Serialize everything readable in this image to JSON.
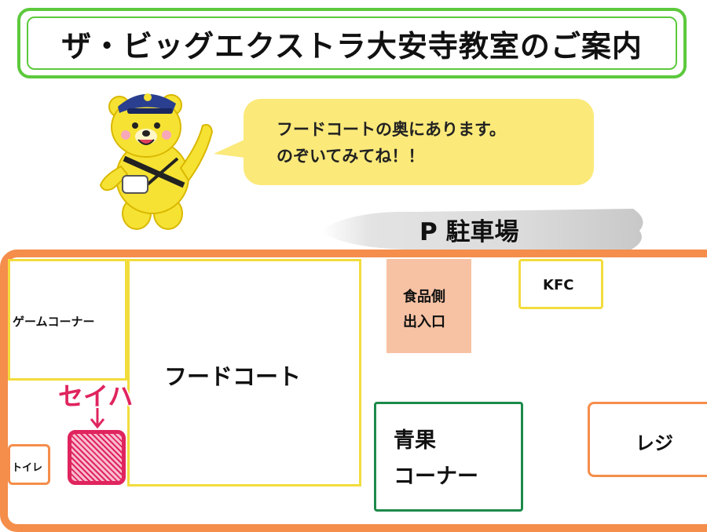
{
  "title": "ザ・ビッグエクストラ大安寺教室のご案内",
  "bubble": {
    "line1": "フードコートの奥にあります。",
    "line2": "のぞいてみてね！！"
  },
  "parking": "P 駐車場",
  "zones": {
    "game": "ゲームコーナー",
    "food_court": "フードコート",
    "toilet": "トイレ",
    "entrance_line1": "食品側",
    "entrance_line2": "出入口",
    "kfc": "KFC",
    "produce_line1": "青果",
    "produce_line2": "コーナー",
    "register": "レジ"
  },
  "seiha": {
    "label": "セイハ",
    "arrow": "↓"
  },
  "colors": {
    "title_border": "#5cc93c",
    "bubble": "#fbe97a",
    "building_border": "#f58d4b",
    "zone_border_yellow": "#f2dc3c",
    "entrance_fill": "#f7c2a3",
    "produce_border": "#1c8a4a",
    "seiha": "#e0245e"
  },
  "icons": {
    "mascot": "yellow-bear-mascot-icon",
    "arrow": "arrow-down-icon"
  }
}
